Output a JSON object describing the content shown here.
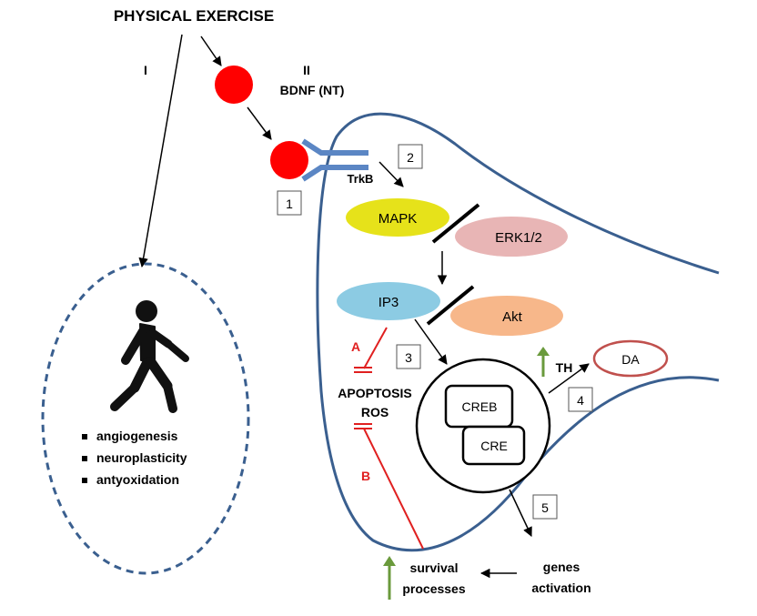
{
  "title": "PHYSICAL EXERCISE",
  "pathways": {
    "one": "I",
    "two": "II"
  },
  "bdnf_label": "BDNF (NT)",
  "receptor_label": "TrkB",
  "step_numbers": [
    "1",
    "2",
    "3",
    "4",
    "5"
  ],
  "nodes": {
    "mapk": "MAPK",
    "erk": "ERK1/2",
    "ip3": "IP3",
    "akt": "Akt",
    "creb": "CREB",
    "cre": "CRE",
    "da": "DA",
    "th": "TH"
  },
  "branch_labels": {
    "a": "A",
    "b": "B"
  },
  "apoptosis": "APOPTOSIS",
  "ros": "ROS",
  "survival": [
    "survival",
    "processes"
  ],
  "genes": [
    "genes",
    "activation"
  ],
  "benefits": [
    "angiogenesis",
    "neuroplasticity",
    "antyoxidation"
  ],
  "colors": {
    "neuron_outline": "#3a5f8f",
    "bdnf": "#ff0000",
    "receptor": "#5b86c4",
    "mapk": "#e6e21a",
    "erk": "#e8b5b5",
    "ip3": "#8ccbe3",
    "akt": "#f7b78a",
    "inhibit": "#e02020",
    "up_arrow": "#6a9a3c",
    "da_outline": "#c0504d",
    "dashed_ellipse": "#3a5f8f"
  }
}
